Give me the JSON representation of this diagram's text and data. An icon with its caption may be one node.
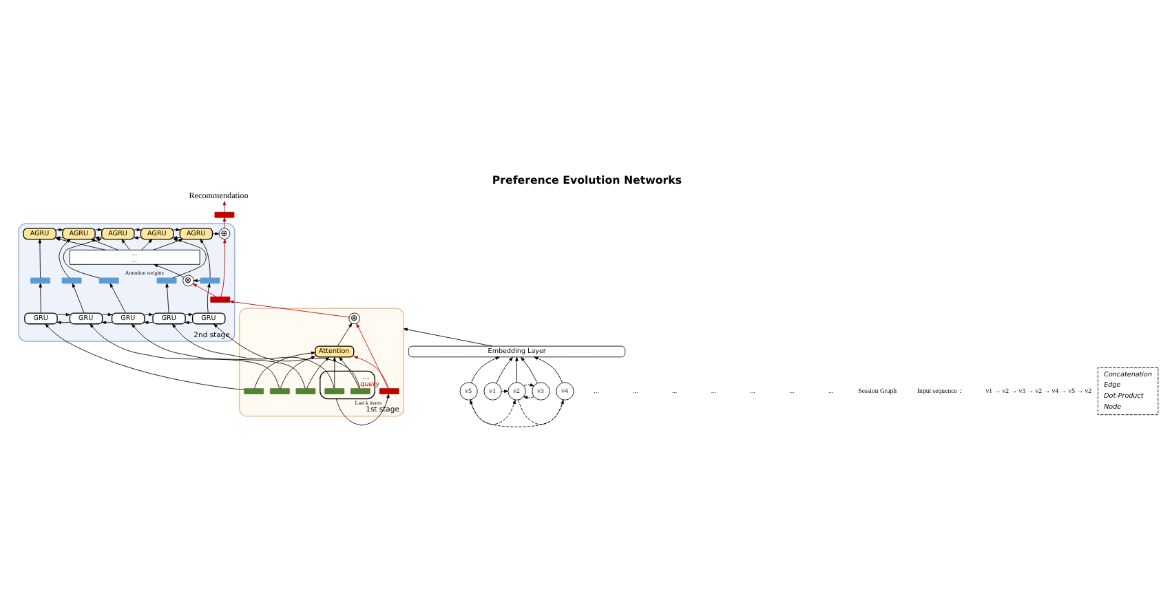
{
  "diagram": {
    "title": "Preference Evolution Networks",
    "nodes": [
      {
        "text": [
          "2nd stage"
        ]
      },
      {
        "text": [
          "AGRU"
        ],
        "in": 0
      },
      {
        "text": [
          "AGRU"
        ],
        "in": 0
      },
      {
        "text": [
          "AGRU"
        ],
        "in": 0
      },
      {
        "text": [
          "AGRU"
        ],
        "in": 0
      },
      {
        "text": [
          "AGRU"
        ],
        "in": 0
      },
      {
        "text": [
          "...",
          "..."
        ],
        "in": 0
      },
      {
        "text": [],
        "shape": "bar",
        "in": 0
      },
      {
        "text": [],
        "shape": "bar",
        "in": 0
      },
      {
        "text": [],
        "shape": "bar",
        "in": 0
      },
      {
        "text": [],
        "shape": "bar",
        "in": 0
      },
      {
        "text": [],
        "shape": "bar",
        "in": 0
      },
      {
        "text": [
          "⊗"
        ],
        "in": 0
      },
      {
        "text": [
          "⊕"
        ],
        "in": 0
      },
      {
        "text": [
          "GRU"
        ],
        "in": 0
      },
      {
        "text": [
          "GRU"
        ],
        "in": 0
      },
      {
        "text": [
          "GRU"
        ],
        "in": 0
      },
      {
        "text": [
          "GRU"
        ],
        "in": 0
      },
      {
        "text": [
          "GRU"
        ],
        "in": 0
      },
      {
        "text": [],
        "shape": "bar",
        "in": 0
      },
      {
        "text": [
          "1st stage"
        ]
      },
      {
        "text": [
          "⊕"
        ],
        "in": 20
      },
      {
        "text": [
          "Attention"
        ],
        "in": 20
      },
      {
        "text": [],
        "shape": "bar",
        "in": 20
      },
      {
        "text": [],
        "shape": "bar",
        "in": 20
      },
      {
        "text": [],
        "shape": "bar",
        "in": 20
      },
      {
        "text": [
          "..."
        ],
        "in": 20
      },
      {
        "text": [],
        "shape": "bar",
        "in": 26
      },
      {
        "text": [],
        "shape": "bar",
        "in": 26
      },
      {
        "text": [],
        "shape": "bar",
        "in": 20,
        "beside": [
          "query"
        ]
      },
      {
        "text": [],
        "shape": "bar"
      },
      {
        "text": [
          "Recommendation"
        ]
      },
      {
        "text": [
          "Embedding Layer"
        ]
      },
      {
        "text": [
          "v1"
        ]
      },
      {
        "text": [
          "v2"
        ]
      },
      {
        "text": [
          "v3"
        ]
      },
      {
        "text": [
          "v4"
        ]
      },
      {
        "text": [
          "v5"
        ]
      }
    ],
    "edges": [
      {
        "from": 1,
        "to": 2,
        "arrow": "to"
      },
      {
        "from": 2,
        "to": 1,
        "arrow": "to"
      },
      {
        "from": 2,
        "to": 3,
        "arrow": "to"
      },
      {
        "from": 3,
        "to": 2,
        "arrow": "to"
      },
      {
        "from": 3,
        "to": 4,
        "arrow": "to"
      },
      {
        "from": 4,
        "to": 3,
        "arrow": "to"
      },
      {
        "from": 4,
        "to": 5,
        "arrow": "to"
      },
      {
        "from": 5,
        "to": 4,
        "arrow": "to"
      },
      {
        "from": 14,
        "to": 15,
        "arrow": "to"
      },
      {
        "from": 15,
        "to": 14,
        "arrow": "to"
      },
      {
        "from": 15,
        "to": 16,
        "arrow": "to"
      },
      {
        "from": 16,
        "to": 15,
        "arrow": "to"
      },
      {
        "from": 16,
        "to": 17,
        "arrow": "to"
      },
      {
        "from": 17,
        "to": 16,
        "arrow": "to"
      },
      {
        "from": 17,
        "to": 18,
        "arrow": "to"
      },
      {
        "from": 18,
        "to": 17,
        "arrow": "to"
      },
      {
        "from": 14,
        "to": 7,
        "arrow": "to"
      },
      {
        "from": 15,
        "to": 8,
        "arrow": "to"
      },
      {
        "from": 16,
        "to": 9,
        "arrow": "to"
      },
      {
        "from": 17,
        "to": 10,
        "arrow": "to"
      },
      {
        "from": 18,
        "to": 11,
        "arrow": "to"
      },
      {
        "from": 7,
        "to": 1,
        "arrow": "to"
      },
      {
        "from": 8,
        "to": 2,
        "arrow": "to"
      },
      {
        "from": 9,
        "to": 3,
        "arrow": "to"
      },
      {
        "from": 10,
        "to": 4,
        "arrow": "to"
      },
      {
        "from": 11,
        "to": 5,
        "arrow": "to"
      },
      {
        "from": 6,
        "to": 1,
        "arrow": "to"
      },
      {
        "from": 6,
        "to": 2,
        "arrow": "to"
      },
      {
        "from": 6,
        "to": 3,
        "arrow": "to"
      },
      {
        "from": 6,
        "to": 4,
        "arrow": "to"
      },
      {
        "from": 6,
        "to": 5,
        "arrow": "to"
      },
      {
        "from": 11,
        "to": 12,
        "arrow": "to"
      },
      {
        "from": 19,
        "to": 12,
        "arrow": "to",
        "color": "#c00000"
      },
      {
        "from": 12,
        "to": 6,
        "arrow": "to",
        "label": "Attention weights"
      },
      {
        "from": 5,
        "to": 13,
        "arrow": "to"
      },
      {
        "from": 19,
        "to": 13,
        "arrow": "to",
        "color": "#c00000"
      },
      {
        "from": 13,
        "to": 30,
        "arrow": "to",
        "color": "#c00000"
      },
      {
        "from": 30,
        "to": 31,
        "arrow": "to",
        "color": "#c00000"
      },
      {
        "from": 21,
        "to": 19,
        "arrow": "to",
        "color": "#c00000"
      },
      {
        "from": 29,
        "to": 21,
        "arrow": "to",
        "color": "#c00000"
      },
      {
        "from": 29,
        "to": 22,
        "arrow": "to",
        "color": "#c00000"
      },
      {
        "from": 22,
        "to": 21,
        "arrow": "to"
      },
      {
        "from": 23,
        "to": 14,
        "arrow": "to"
      },
      {
        "from": 24,
        "to": 15,
        "arrow": "to"
      },
      {
        "from": 25,
        "to": 16,
        "arrow": "to"
      },
      {
        "from": 27,
        "to": 17,
        "arrow": "to"
      },
      {
        "from": 28,
        "to": 18,
        "arrow": "to"
      },
      {
        "from": 23,
        "to": 22,
        "arrow": "to"
      },
      {
        "from": 24,
        "to": 22,
        "arrow": "to"
      },
      {
        "from": 25,
        "to": 22,
        "arrow": "to"
      },
      {
        "from": 27,
        "to": 22,
        "arrow": "to"
      },
      {
        "from": 28,
        "to": 22,
        "arrow": "to"
      },
      {
        "from": 26,
        "to": 29,
        "arrow": "to",
        "label": "Last k items"
      },
      {
        "from": 32,
        "to": 20,
        "arrow": "to"
      },
      {
        "from": 33,
        "to": 32,
        "arrow": "to"
      },
      {
        "from": 34,
        "to": 32,
        "arrow": "to"
      },
      {
        "from": 35,
        "to": 32,
        "arrow": "to"
      },
      {
        "from": 36,
        "to": 32,
        "arrow": "to"
      },
      {
        "from": 37,
        "to": 32,
        "arrow": "to"
      },
      {
        "from": 33,
        "to": 34,
        "arrow": "to",
        "style": "dashed"
      },
      {
        "from": 34,
        "to": 35,
        "arrow": "to",
        "style": "dashed"
      },
      {
        "from": 35,
        "to": 34,
        "arrow": "to",
        "style": "dashed"
      },
      {
        "from": 34,
        "to": 36,
        "arrow": "to",
        "style": "dashed"
      },
      {
        "from": 36,
        "to": 37,
        "arrow": "to",
        "style": "dashed"
      },
      {
        "from": 37,
        "to": 34,
        "arrow": "to",
        "style": "dashed"
      }
    ],
    "labels": [
      "...",
      "...",
      "...",
      "...",
      "...",
      "...",
      "...",
      "Session Graph",
      "Input sequence：",
      "v1 → v2 → v3 → v2 → v4 → v5 → v2"
    ],
    "legend": [
      {
        "text": "Concatenation"
      },
      {
        "text": "Edge"
      },
      {
        "text": "Dot-Product"
      },
      {
        "text": "Node"
      }
    ]
  }
}
